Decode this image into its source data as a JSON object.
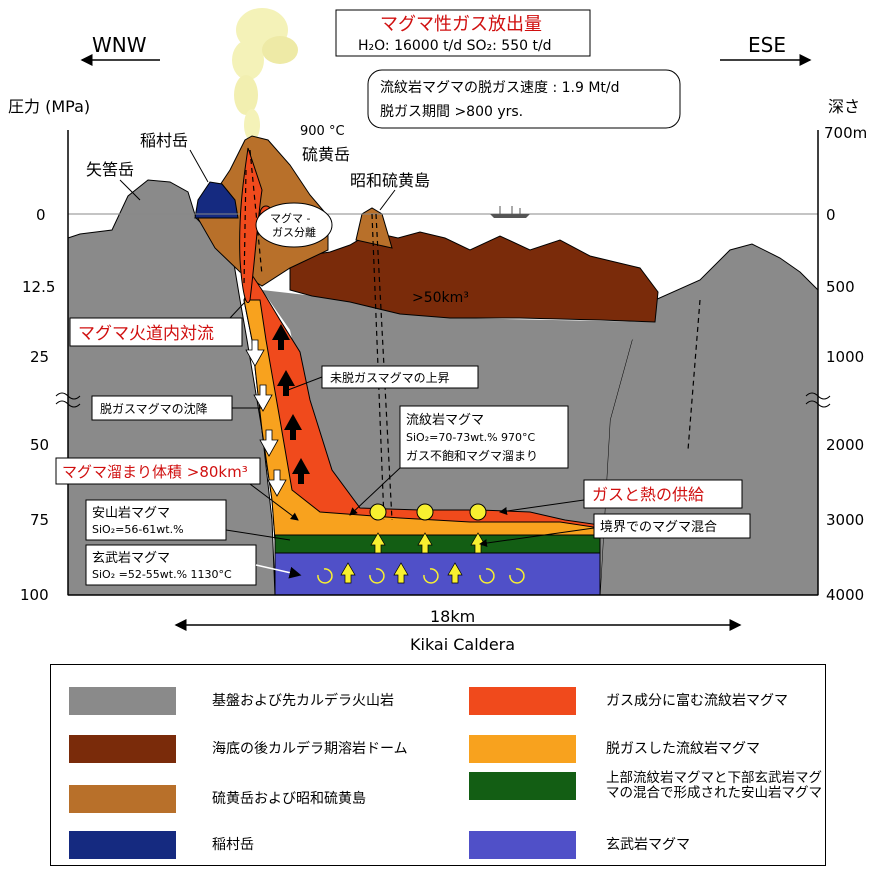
{
  "header": {
    "emission_title": "マグマ性ガス放出量",
    "emission_values": "H₂O: 16000 t/d   SO₂: 550 t/d",
    "wnw": "WNW",
    "ese": "ESE",
    "degas_rate": "流紋岩マグマの脱ガス速度 : 1.9 Mt/d",
    "degas_period": "脱ガス期間 >800 yrs."
  },
  "axes": {
    "left_title": "圧力 (MPa)",
    "right_title": "深さ",
    "left_ticks": [
      "0",
      "12.5",
      "25",
      "50",
      "75",
      "100"
    ],
    "right_ticks": [
      "700m",
      "0",
      "500",
      "1000",
      "2000",
      "3000",
      "4000"
    ]
  },
  "labels": {
    "inamuradake": "稲村岳",
    "yahazudake": "矢筈岳",
    "temp900": "900 °C",
    "iodake": "硫黄岳",
    "showa_iojima": "昭和硫黄島",
    "magma_gas_sep_1": "マグマ -",
    "magma_gas_sep_2": "ガス分離",
    "dome_volume": ">50km³",
    "conduit_convection": "マグマ火道内対流",
    "undegassed_ascent": "未脱ガスマグマの上昇",
    "degassed_descent": "脱ガスマグマの沈降",
    "rhyolite_title": "流紋岩マグマ",
    "rhyolite_sio2": "SiO₂=70-73wt.%  970°C",
    "rhyolite_chamber": "ガス不飽和マグマ溜まり",
    "chamber_volume": "マグマ溜まり体積 >80km³",
    "gas_heat_supply": "ガスと熱の供給",
    "andesite_title": "安山岩マグマ",
    "andesite_sio2": "SiO₂=56-61wt.%",
    "boundary_mixing": "境界でのマグマ混合",
    "basalt_title": "玄武岩マグマ",
    "basalt_sio2": "SiO₂ =52-55wt.% 1130°C",
    "scale_km": "18km",
    "caldera": "Kikai Caldera"
  },
  "legend": [
    {
      "color": "#8a8a8a",
      "label": "基盤および先カルデラ火山岩"
    },
    {
      "color": "#7a2b0a",
      "label": "海底の後カルデラ期溶岩ドーム"
    },
    {
      "color": "#b8702a",
      "label": "硫黄岳および昭和硫黄島"
    },
    {
      "color": "#152a80",
      "label": "稲村岳"
    },
    {
      "color": "#f04a1c",
      "label": "ガス成分に富む流紋岩マグマ"
    },
    {
      "color": "#f8a21e",
      "label": "脱ガスした流紋岩マグマ"
    },
    {
      "color": "#135e14",
      "label": "上部流紋岩マグマと下部玄武岩マグマの混合で形成された安山岩マグマ"
    },
    {
      "color": "#5050c8",
      "label": "玄武岩マグマ"
    }
  ]
}
